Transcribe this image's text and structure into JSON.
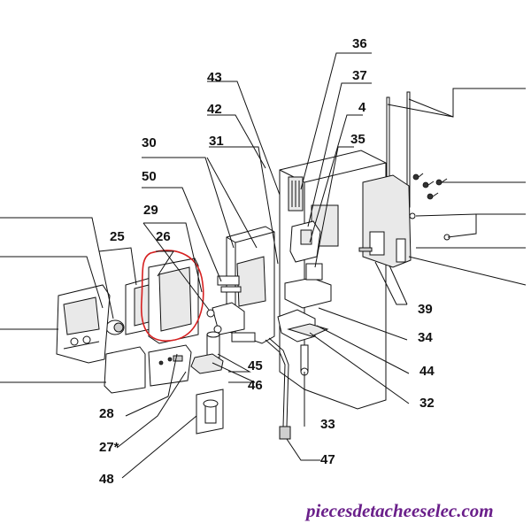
{
  "diagram": {
    "callouts": [
      "36",
      "43",
      "37",
      "42",
      "4",
      "35",
      "30",
      "31",
      "50",
      "29",
      "25",
      "26",
      "39",
      "34",
      "45",
      "44",
      "46",
      "32",
      "28",
      "33",
      "27*",
      "47",
      "48"
    ],
    "highlight_color": "#d62020",
    "watermark": "piecesdetacheeselec.com",
    "watermark_color": "#6a1f8a"
  }
}
